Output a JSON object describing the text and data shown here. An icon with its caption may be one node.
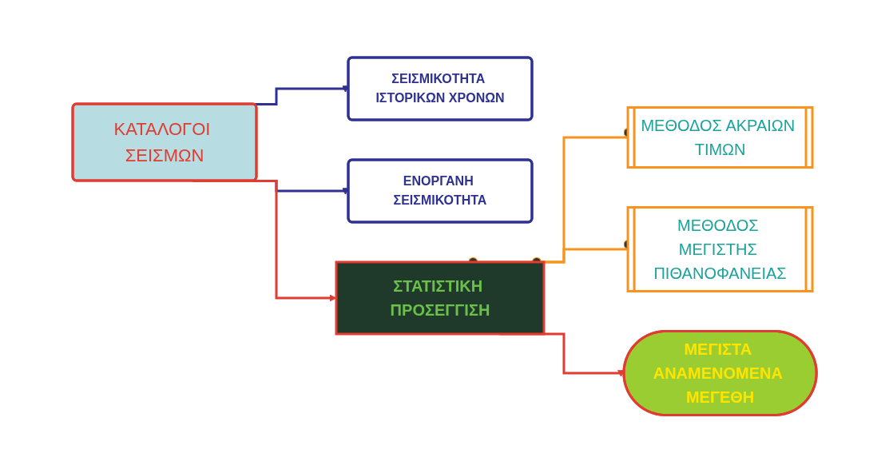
{
  "diagram": {
    "nodes": [
      {
        "text": [
          "ΚΑΤΑΛΟΓΟΙ ΣΕΙΣΜΩΝ"
        ]
      },
      {
        "text": [
          "ΣΕΙΣΜΙΚΟΤΗΤΑ ΙΣΤΟΡΙΚΩΝ ΧΡΟΝΩΝ"
        ]
      },
      {
        "text": [
          "ΕΝΟΡΓΑΝΗ ΣΕΙΣΜΙΚΟΤΗΤΑ"
        ]
      },
      {
        "text": [
          "ΣΤΑΤΙΣΤΙΚΗ ΠΡΟΣΕΓΓΙΣΗ"
        ]
      },
      {
        "text": [
          "ΜΕΘΟΔΟΣ ΑΚΡΑΙΩΝ ΤΙΜΩΝ"
        ]
      },
      {
        "text": [
          "ΜΕΘΟΔΟΣ ΜΕΓΙΣΤΗΣ ΠΙΘΑΝΟΦΑΝΕΙΑΣ"
        ]
      },
      {
        "text": [
          "ΜΕΓΙΣΤΑ ΑΝΑΜΕΝΟΜΕΝΑ ΜΕΓΕΘΗ"
        ]
      }
    ],
    "edges": [
      {
        "from": 0,
        "to": 1,
        "arrow": "to",
        "color": "#2e3192"
      },
      {
        "from": 0,
        "to": 2,
        "arrow": "to",
        "color": "#2e3192"
      },
      {
        "from": 0,
        "to": 3,
        "arrow": "to",
        "color": "#e03c31"
      },
      {
        "from": 3,
        "to": 4,
        "arrow": "other",
        "color": "#f7941d"
      },
      {
        "from": 3,
        "to": 5,
        "arrow": "other",
        "color": "#f7941d"
      },
      {
        "from": 3,
        "to": 6,
        "arrow": "to",
        "color": "#e03c31"
      }
    ]
  }
}
